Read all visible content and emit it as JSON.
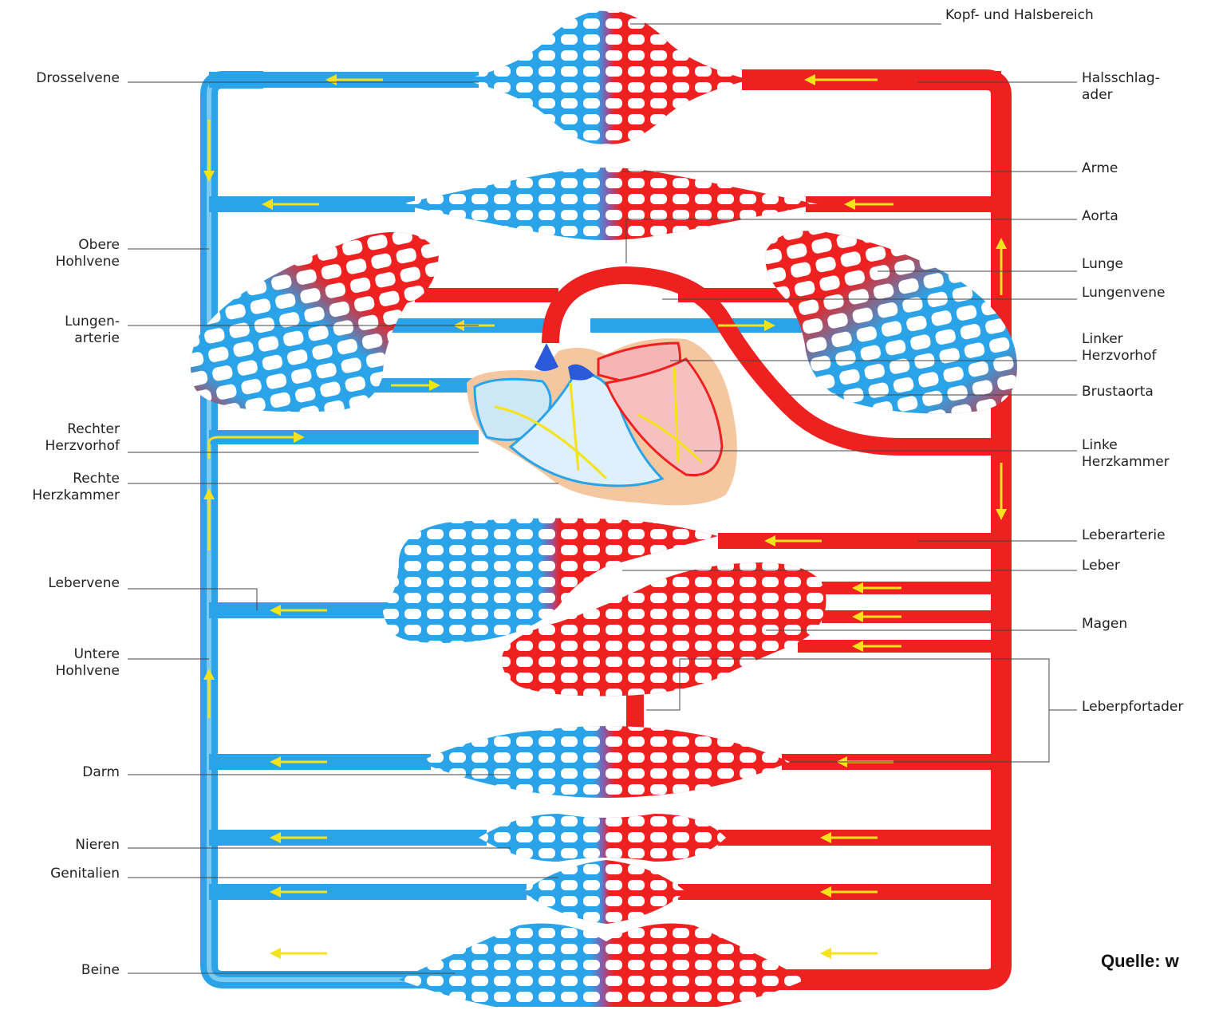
{
  "labels_left": [
    {
      "id": "drosselvene",
      "text": "Drosselvene"
    },
    {
      "id": "obere-hohlvene",
      "text": "Obere\nHohlvene"
    },
    {
      "id": "lungenarterie",
      "text": "Lungen-\narterie"
    },
    {
      "id": "rechter-herzvorhof",
      "text": "Rechter\nHerzvorhof"
    },
    {
      "id": "rechte-herzkammer",
      "text": "Rechte\nHerzkammer"
    },
    {
      "id": "lebervene",
      "text": "Lebervene"
    },
    {
      "id": "untere-hohlvene",
      "text": "Untere\nHohlvene"
    },
    {
      "id": "darm",
      "text": "Darm"
    },
    {
      "id": "nieren",
      "text": "Nieren"
    },
    {
      "id": "genitalien",
      "text": "Genitalien"
    },
    {
      "id": "beine",
      "text": "Beine"
    }
  ],
  "labels_right": [
    {
      "id": "kopf-und-halsbereich",
      "text": "Kopf- und Halsbereich"
    },
    {
      "id": "halsschlagader",
      "text": "Halsschlag-\nader"
    },
    {
      "id": "arme",
      "text": "Arme"
    },
    {
      "id": "aorta",
      "text": "Aorta"
    },
    {
      "id": "lunge",
      "text": "Lunge"
    },
    {
      "id": "lungenvene",
      "text": "Lungenvene"
    },
    {
      "id": "linker-herzvorhof",
      "text": "Linker\nHerzvorhof"
    },
    {
      "id": "brustaorta",
      "text": "Brustaorta"
    },
    {
      "id": "linke-herzkammer",
      "text": "Linke\nHerzkammer"
    },
    {
      "id": "leberarterie",
      "text": "Leberarterie"
    },
    {
      "id": "leber",
      "text": "Leber"
    },
    {
      "id": "magen",
      "text": "Magen"
    },
    {
      "id": "leberpfortader",
      "text": "Leberpfortader"
    }
  ],
  "source_text": "Quelle: w",
  "colors": {
    "venous_blood": "#2aa3e8",
    "arterial_blood": "#ee2020",
    "capillary_mix": "#8a5aa8",
    "flow_arrow": "#f4e21a",
    "heart_tissue": "#f5c7a0",
    "leader_line": "#444444"
  }
}
